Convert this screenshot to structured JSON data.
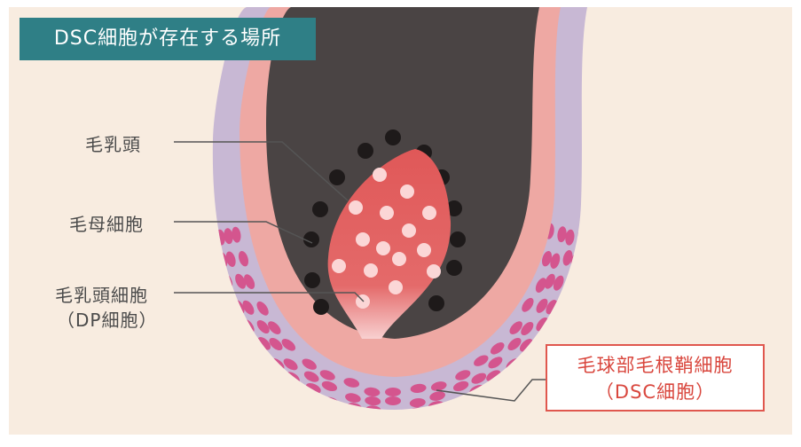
{
  "title": "DSC細胞が存在する場所",
  "labels": {
    "dermal_papilla": "毛乳頭",
    "matrix_cells": "毛母細胞",
    "dp_cells_line1": "毛乳頭細胞",
    "dp_cells_line2": "（DP細胞）"
  },
  "callout": {
    "line1": "毛球部毛根鞘細胞",
    "line2": "（DSC細胞）"
  },
  "colors": {
    "background": "#f8ece0",
    "title_bg": "#2f7f86",
    "outer_sheath": "#c8b8d4",
    "inner_sheath": "#eea8a3",
    "hair_shaft": "#4a4444",
    "papilla": "#e05c5c",
    "dsc_cells": "#d4558e",
    "callout_border": "#e0574e"
  }
}
